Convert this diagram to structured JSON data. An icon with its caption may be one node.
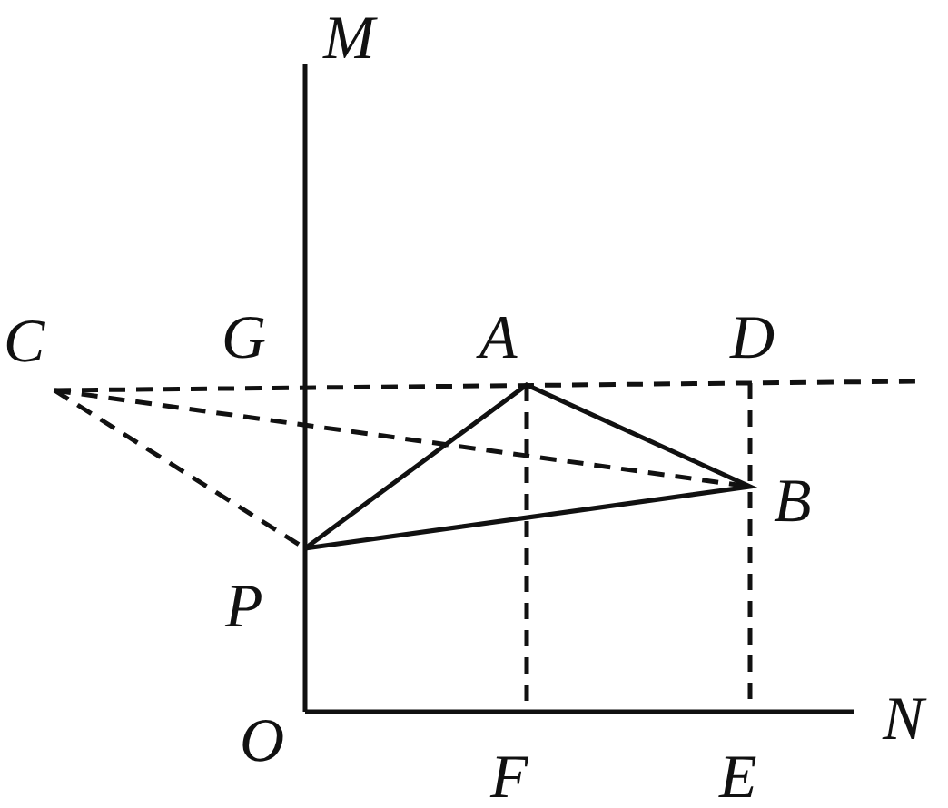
{
  "diagram": {
    "labels": [
      "M",
      "C",
      "G",
      "A",
      "D",
      "B",
      "P",
      "O",
      "N",
      "F",
      "E"
    ]
  }
}
